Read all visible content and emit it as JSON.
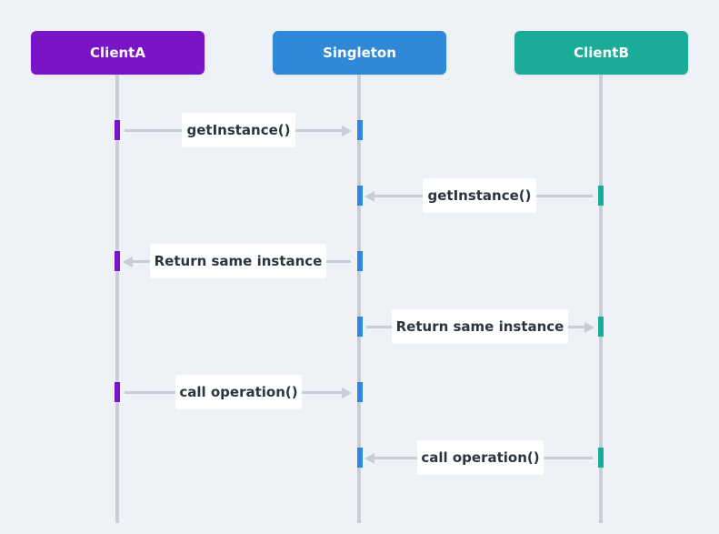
{
  "actors": [
    {
      "name": "ClientA",
      "color": "#7a14c8"
    },
    {
      "name": "Singleton",
      "color": "#2f88d8"
    },
    {
      "name": "ClientB",
      "color": "#1aab99"
    }
  ],
  "messages": [
    {
      "label": "getInstance()",
      "from": "ClientA",
      "to": "Singleton"
    },
    {
      "label": "getInstance()",
      "from": "ClientB",
      "to": "Singleton"
    },
    {
      "label": "Return same instance",
      "from": "Singleton",
      "to": "ClientA"
    },
    {
      "label": "Return same instance",
      "from": "Singleton",
      "to": "ClientB"
    },
    {
      "label": "call operation()",
      "from": "ClientA",
      "to": "Singleton"
    },
    {
      "label": "call operation()",
      "from": "ClientB",
      "to": "Singleton"
    }
  ]
}
